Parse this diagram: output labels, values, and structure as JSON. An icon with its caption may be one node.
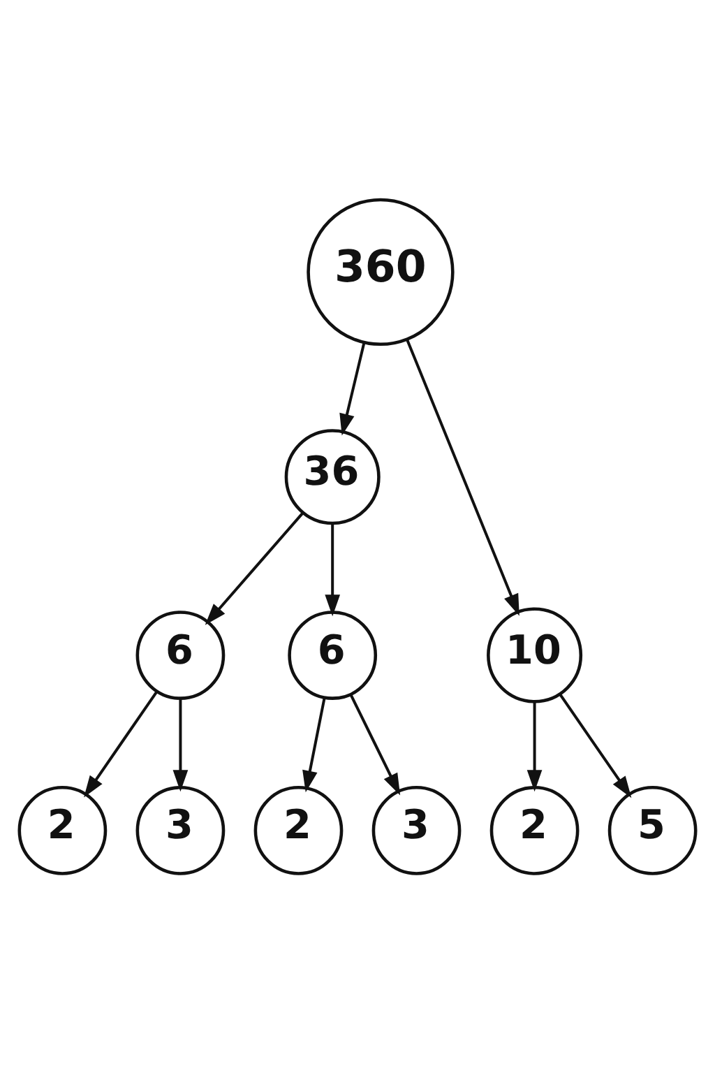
{
  "diagram": {
    "nodes": [
      {
        "text": [
          "360"
        ]
      },
      {
        "text": [
          "36"
        ]
      },
      {
        "text": [
          "10"
        ]
      },
      {
        "text": [
          "6"
        ]
      },
      {
        "text": [
          "6"
        ]
      },
      {
        "text": [
          "2"
        ]
      },
      {
        "text": [
          "3"
        ]
      },
      {
        "text": [
          "2"
        ]
      },
      {
        "text": [
          "3"
        ]
      },
      {
        "text": [
          "2"
        ]
      },
      {
        "text": [
          "5"
        ]
      }
    ],
    "edges": [
      {
        "from": 0,
        "to": 1,
        "arrow": "to"
      },
      {
        "from": 0,
        "to": 2,
        "arrow": "to"
      },
      {
        "from": 1,
        "to": 3,
        "arrow": "to"
      },
      {
        "from": 1,
        "to": 4,
        "arrow": "to"
      },
      {
        "from": 2,
        "to": 9,
        "arrow": "to"
      },
      {
        "from": 2,
        "to": 10,
        "arrow": "to"
      },
      {
        "from": 3,
        "to": 5,
        "arrow": "to"
      },
      {
        "from": 3,
        "to": 6,
        "arrow": "to"
      },
      {
        "from": 4,
        "to": 7,
        "arrow": "to"
      },
      {
        "from": 4,
        "to": 8,
        "arrow": "to"
      }
    ]
  }
}
